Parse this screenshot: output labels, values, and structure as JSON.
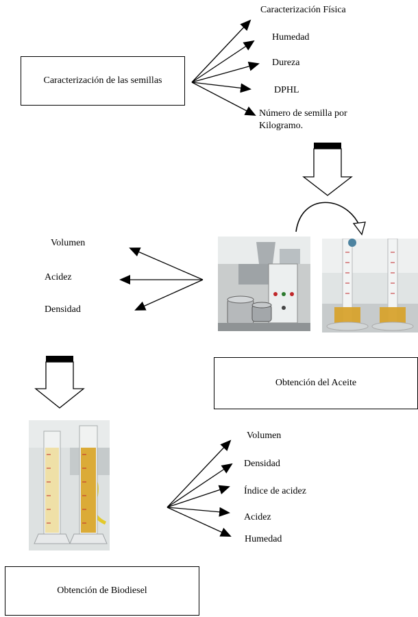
{
  "seed_box": {
    "text": "Caracterización de las semillas"
  },
  "seed_items": [
    "Caracterización Física",
    "Humedad",
    "Dureza",
    "DPHL",
    "Número de semilla por Kilogramo."
  ],
  "oil_box": {
    "text": "Obtención del Aceite"
  },
  "oil_items": [
    "Volumen",
    "Acidez",
    "Densidad"
  ],
  "biodiesel_box": {
    "text": "Obtención de Biodiesel"
  },
  "biodiesel_items": [
    "Volumen",
    "Densidad",
    "Índice de acidez",
    "Acidez",
    "Humedad"
  ],
  "colors": {
    "line": "#000000",
    "oil": "#d9a12e",
    "metal": "#c8cacc",
    "lab_bg": "#dfe3e4"
  }
}
